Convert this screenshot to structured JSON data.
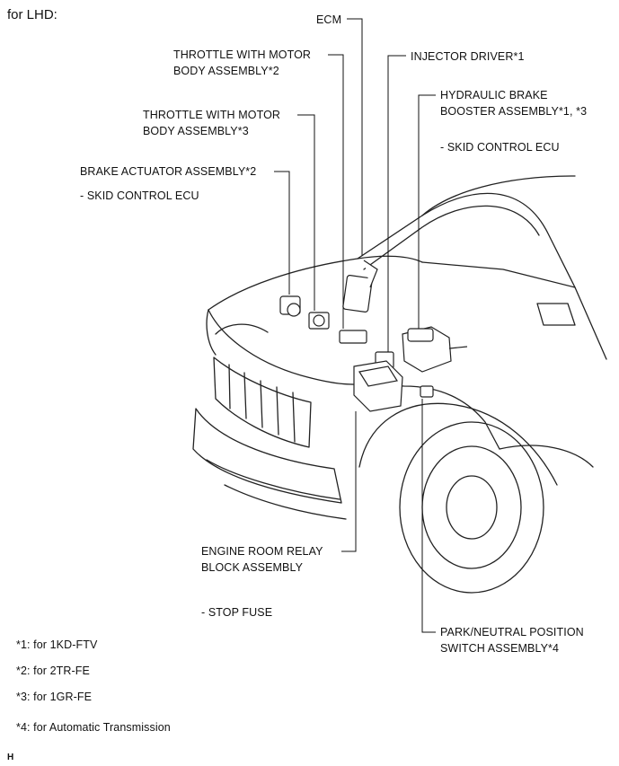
{
  "header": {
    "title": "for LHD:"
  },
  "callouts": {
    "ecm": "ECM",
    "injector_driver": "INJECTOR DRIVER*1",
    "throttle_2_line1": "THROTTLE WITH MOTOR",
    "throttle_2_line2": "BODY ASSEMBLY*2",
    "throttle_3_line1": "THROTTLE WITH MOTOR",
    "throttle_3_line2": "BODY ASSEMBLY*3",
    "hydraulic_line1": "HYDRAULIC BRAKE",
    "hydraulic_line2": "BOOSTER ASSEMBLY*1, *3",
    "hydraulic_sub": "- SKID CONTROL ECU",
    "brake_actuator": "BRAKE ACTUATOR ASSEMBLY*2",
    "brake_actuator_sub": "- SKID CONTROL ECU",
    "relay_line1": "ENGINE ROOM RELAY",
    "relay_line2": "BLOCK ASSEMBLY",
    "relay_sub": "- STOP FUSE",
    "park_line1": "PARK/NEUTRAL POSITION",
    "park_line2": "SWITCH ASSEMBLY*4"
  },
  "notes": [
    "*1: for 1KD-FTV",
    "*2: for 2TR-FE",
    "*3: for 1GR-FE",
    "*4: for Automatic Transmission"
  ],
  "footer": {
    "mark": "H"
  }
}
